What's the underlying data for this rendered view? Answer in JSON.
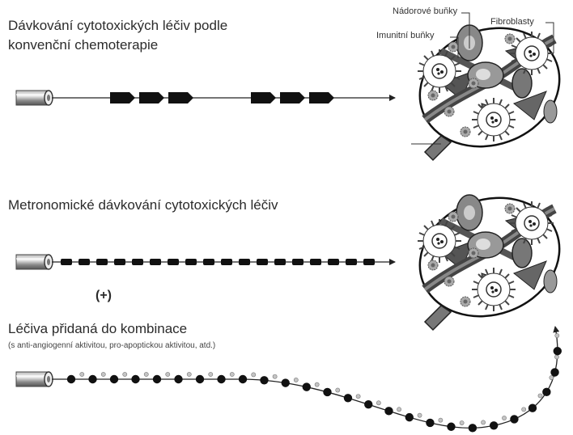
{
  "section1": {
    "title_line1": "Dávkování cytotoxických léčiv podle",
    "title_line2": "konvenční chemoterapie"
  },
  "section2": {
    "title": "Metronomické dávkování cytotoxických léčiv"
  },
  "section3": {
    "plus": "(+)",
    "title": "Léčiva přidaná do kombinace",
    "note": "(s anti-angiogenní aktivitou, pro-apoptickou aktivitou, atd.)"
  },
  "tumor_labels": {
    "tumor_cells": "Nádorové buňky",
    "immune_cells": "Imunitní buňky",
    "fibroblasts": "Fibroblasty"
  }
}
